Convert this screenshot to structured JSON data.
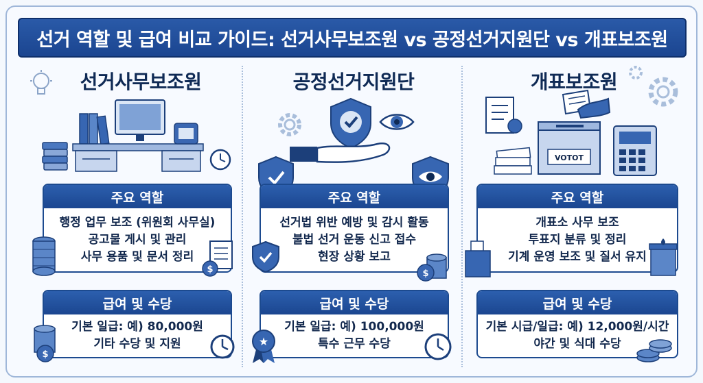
{
  "title": "선거 역할 및 급여 비교 가이드: 선거사무보조원 vs 공정선거지원단 vs 개표보조원",
  "columns": [
    {
      "name": "선거사무보조원",
      "roles_header": "주요 역할",
      "roles": [
        "행정 업무 보조 (위원회 사무실)",
        "공고물 게시 및 관리",
        "사무 용품 및 문서 정리"
      ],
      "pay_header": "급여 및 수당",
      "pay": [
        "기본 일급: 예) 80,000원",
        "기타 수당 및 지원"
      ]
    },
    {
      "name": "공정선거지원단",
      "roles_header": "주요 역할",
      "roles": [
        "선거법 위반 예방 및 감시 활동",
        "불법 선거 운동 신고 접수",
        "현장 상황 보고"
      ],
      "pay_header": "급여 및 수당",
      "pay": [
        "기본 일급: 예) 100,000원",
        "특수 근무 수당"
      ]
    },
    {
      "name": "개표보조원",
      "roles_header": "주요 역할",
      "roles": [
        "개표소 사무 보조",
        "투표지 분류 및 정리",
        "기계 운영 보조 및 질서 유지"
      ],
      "pay_header": "급여 및 수당",
      "pay": [
        "기본 시급/일급: 예) 12,000원/시간",
        "야간 및 식대 수당"
      ]
    }
  ],
  "ballot_box_label": "VOTOT",
  "icons": [
    "lightbulb-icon",
    "desk-computer-icon",
    "phone-icon",
    "clock-icon",
    "coins-icon",
    "document-dollar-icon",
    "shield-check-icon",
    "eye-icon",
    "hand-icon",
    "gear-icon",
    "checklist-icon",
    "ballot-box-icon",
    "counting-machine-icon",
    "award-badge-icon"
  ],
  "colors": {
    "primary": "#1b4690",
    "header_bg": "#2a5aa8",
    "text": "#12284d",
    "background": "#f4f8fd"
  }
}
